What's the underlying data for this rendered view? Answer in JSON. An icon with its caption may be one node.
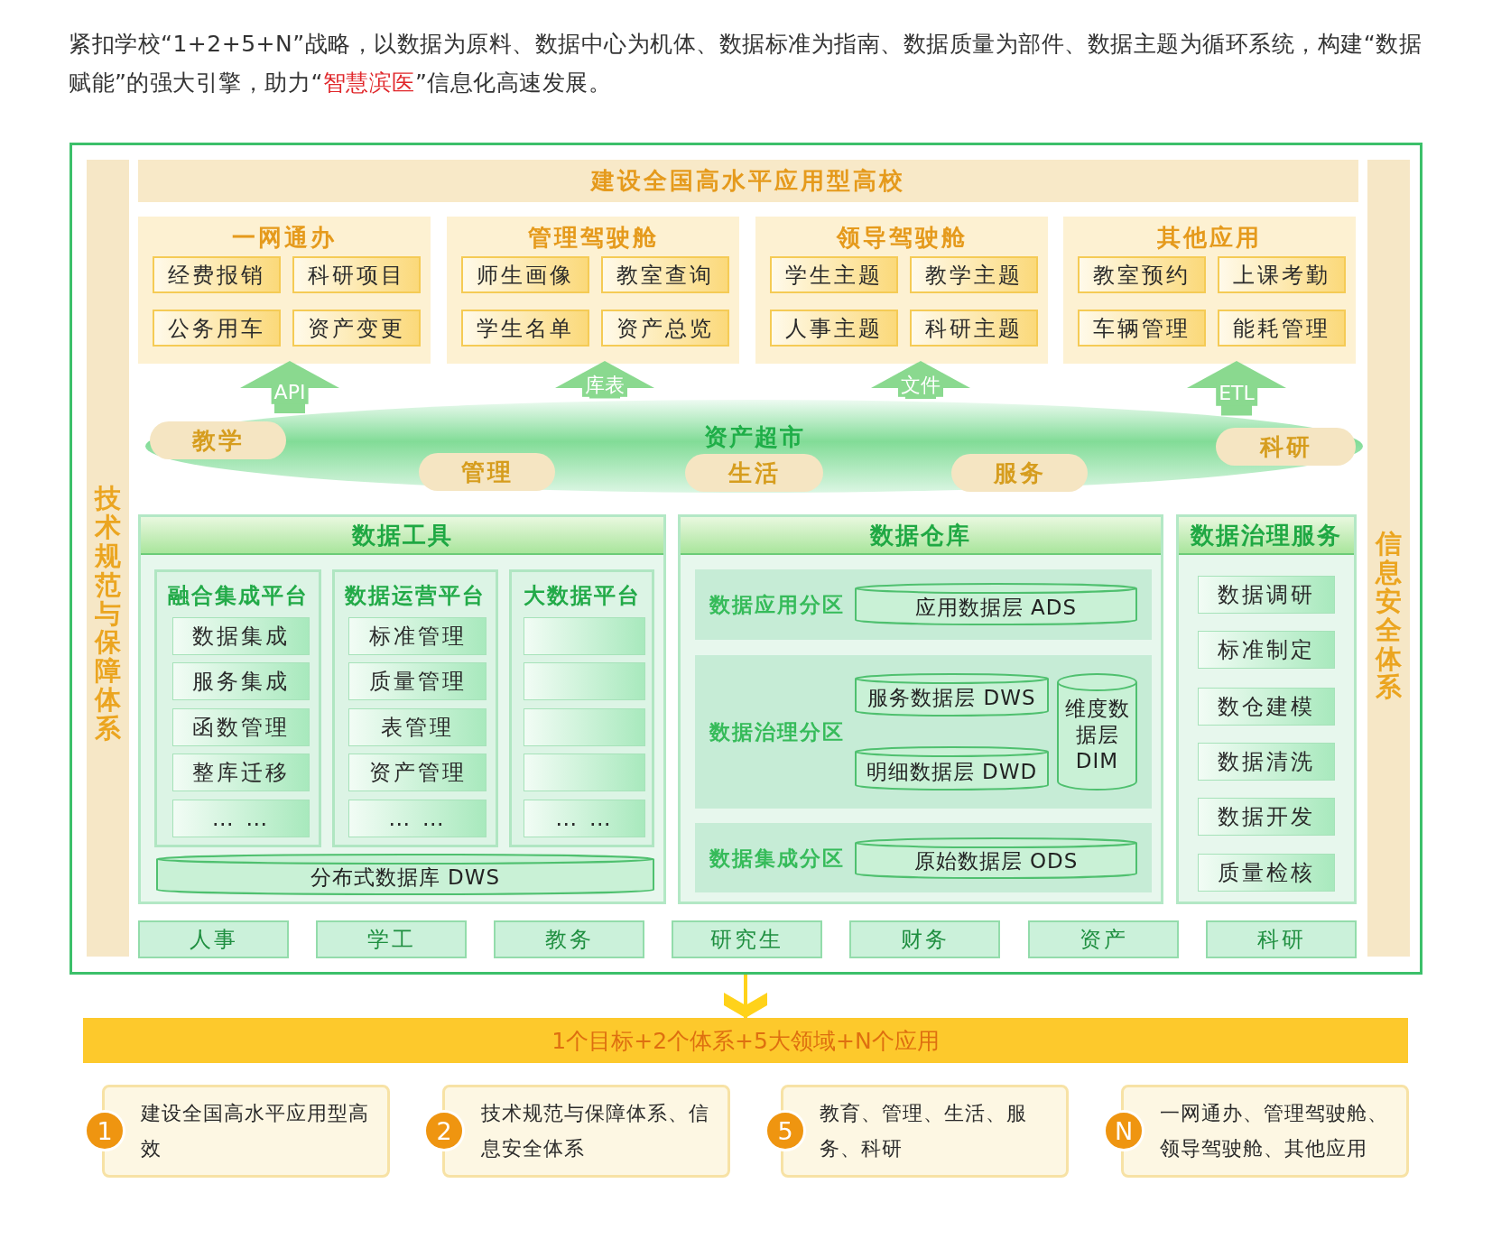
{
  "diagram": {
    "title": "紧扣学校“1+2+5+N”战略，以数据为原料、数据中心为机体、数据标准为指南、数据质量为部件、数据主题为循环系统，构建“数据赋能”的强大引擎，助力“**智慧滨医**”信息化高速发展。",
    "nodes": [
      {
        "text": [],
        "shape": "box"
      },
      {
        "text": [
          "技术规范与保障体系"
        ],
        "in": 0
      },
      {
        "text": [
          "信息安全体系"
        ],
        "in": 0
      },
      {
        "text": [
          "建设全国高水平应用型高校"
        ],
        "in": 0
      },
      {
        "text": [
          "一网通办"
        ],
        "in": 0
      },
      {
        "text": [
          "经费报销"
        ],
        "in": 4
      },
      {
        "text": [
          "科研项目"
        ],
        "in": 4
      },
      {
        "text": [
          "公务用车"
        ],
        "in": 4
      },
      {
        "text": [
          "资产变更"
        ],
        "in": 4
      },
      {
        "text": [
          "管理驾驶舱"
        ],
        "in": 0
      },
      {
        "text": [
          "师生画像"
        ],
        "in": 9
      },
      {
        "text": [
          "教室查询"
        ],
        "in": 9
      },
      {
        "text": [
          "学生名单"
        ],
        "in": 9
      },
      {
        "text": [
          "资产总览"
        ],
        "in": 9
      },
      {
        "text": [
          "领导驾驶舱"
        ],
        "in": 0
      },
      {
        "text": [
          "学生主题"
        ],
        "in": 14
      },
      {
        "text": [
          "教学主题"
        ],
        "in": 14
      },
      {
        "text": [
          "人事主题"
        ],
        "in": 14
      },
      {
        "text": [
          "科研主题"
        ],
        "in": 14
      },
      {
        "text": [
          "其他应用"
        ],
        "in": 0
      },
      {
        "text": [
          "教室预约"
        ],
        "in": 19
      },
      {
        "text": [
          "上课考勤"
        ],
        "in": 19
      },
      {
        "text": [
          "车辆管理"
        ],
        "in": 19
      },
      {
        "text": [
          "能耗管理"
        ],
        "in": 19
      },
      {
        "text": [
          "资产超市"
        ],
        "in": 0
      },
      {
        "text": [
          "教学"
        ],
        "in": 24
      },
      {
        "text": [
          "管理"
        ],
        "in": 24
      },
      {
        "text": [
          "生活"
        ],
        "in": 24
      },
      {
        "text": [
          "服务"
        ],
        "in": 24
      },
      {
        "text": [
          "科研"
        ],
        "in": 24
      },
      {
        "text": [
          "数据工具"
        ],
        "in": 0
      },
      {
        "text": [
          "融合集成平台"
        ],
        "in": 30
      },
      {
        "text": [
          "数据集成"
        ],
        "in": 31
      },
      {
        "text": [
          "服务集成"
        ],
        "in": 31
      },
      {
        "text": [
          "函数管理"
        ],
        "in": 31
      },
      {
        "text": [
          "整库迁移"
        ],
        "in": 31
      },
      {
        "text": [
          "… …"
        ],
        "in": 31
      },
      {
        "text": [
          "数据运营平台"
        ],
        "in": 30
      },
      {
        "text": [
          "标准管理"
        ],
        "in": 37
      },
      {
        "text": [
          "质量管理"
        ],
        "in": 37
      },
      {
        "text": [
          "表管理"
        ],
        "in": 37
      },
      {
        "text": [
          "资产管理"
        ],
        "in": 37
      },
      {
        "text": [
          "… …"
        ],
        "in": 37
      },
      {
        "text": [
          "大数据平台"
        ],
        "in": 30
      },
      {
        "text": [],
        "shape": "box",
        "in": 43
      },
      {
        "text": [],
        "shape": "box",
        "in": 43
      },
      {
        "text": [],
        "shape": "box",
        "in": 43
      },
      {
        "text": [],
        "shape": "box",
        "in": 43
      },
      {
        "text": [
          "… …"
        ],
        "in": 43
      },
      {
        "text": [
          "分布式数据库 DWS"
        ],
        "in": 30
      },
      {
        "text": [
          "数据仓库"
        ],
        "in": 0
      },
      {
        "text": [
          "数据应用分区"
        ],
        "in": 50
      },
      {
        "text": [
          "应用数据层 ADS"
        ],
        "in": 51
      },
      {
        "text": [
          "数据治理分区"
        ],
        "in": 50
      },
      {
        "text": [
          "服务数据层 DWS"
        ],
        "in": 53
      },
      {
        "text": [
          "明细数据层 DWD"
        ],
        "in": 53
      },
      {
        "text": [
          "维度数据层 DIM"
        ],
        "in": 53
      },
      {
        "text": [
          "数据集成分区"
        ],
        "in": 50
      },
      {
        "text": [
          "原始数据层 ODS"
        ],
        "in": 57
      },
      {
        "text": [
          "数据治理服务"
        ],
        "in": 0
      },
      {
        "text": [
          "数据调研"
        ],
        "in": 59
      },
      {
        "text": [
          "标准制定"
        ],
        "in": 59
      },
      {
        "text": [
          "数仓建模"
        ],
        "in": 59
      },
      {
        "text": [
          "数据清洗"
        ],
        "in": 59
      },
      {
        "text": [
          "数据开发"
        ],
        "in": 59
      },
      {
        "text": [
          "质量检核"
        ],
        "in": 59
      },
      {
        "text": [
          "人事"
        ],
        "in": 0
      },
      {
        "text": [
          "学工"
        ],
        "in": 0
      },
      {
        "text": [
          "教务"
        ],
        "in": 0
      },
      {
        "text": [
          "研究生"
        ],
        "in": 0
      },
      {
        "text": [
          "财务"
        ],
        "in": 0
      },
      {
        "text": [
          "资产"
        ],
        "in": 0
      },
      {
        "text": [
          "科研"
        ],
        "in": 0
      },
      {
        "text": [
          "1个目标+2个体系+5大领域+N个应用"
        ]
      },
      {
        "text": [
          "1"
        ]
      },
      {
        "text": [
          "建设全国高水平应用型高效"
        ]
      },
      {
        "text": [
          "2"
        ]
      },
      {
        "text": [
          "技术规范与保障体系、信息安全体系"
        ]
      },
      {
        "text": [
          "5"
        ]
      },
      {
        "text": [
          "教育、管理、生活、服务、科研"
        ]
      },
      {
        "text": [
          "N"
        ]
      },
      {
        "text": [
          "一网通办、管理驾驶舱、领导驾驶舱、其他应用"
        ]
      }
    ],
    "edges": [
      {
        "from": 24,
        "to": 4,
        "arrow": "to",
        "label": "API"
      },
      {
        "from": 24,
        "to": 9,
        "arrow": "to",
        "label": "库表"
      },
      {
        "from": 24,
        "to": 14,
        "arrow": "to",
        "label": "文件"
      },
      {
        "from": 24,
        "to": 19,
        "arrow": "to",
        "label": "ETL"
      },
      {
        "from": 0,
        "to": 73,
        "arrow": "to",
        "color": "#ffd21a"
      }
    ]
  }
}
